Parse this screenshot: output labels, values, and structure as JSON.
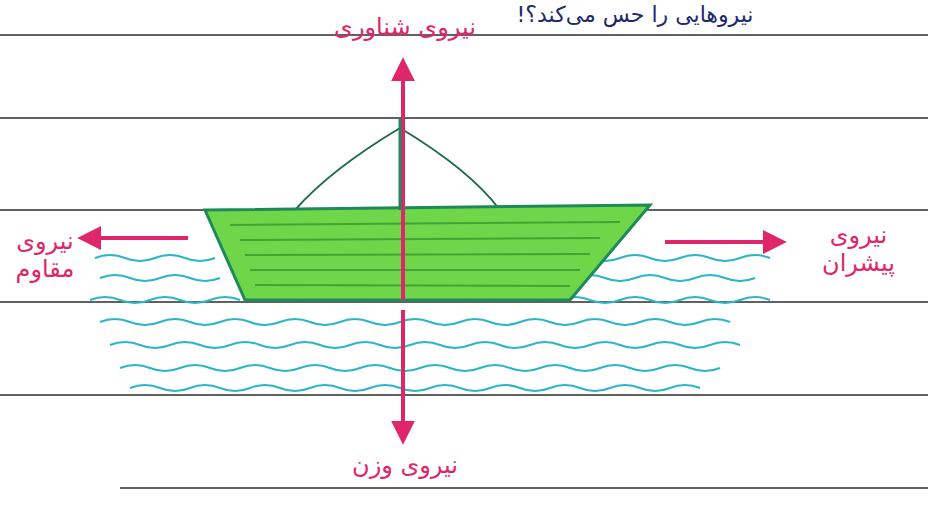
{
  "diagram": {
    "labels": [
      "نیروهایی را حس می‌کند؟!",
      "نیروی شناوری",
      "نیروی مقاوم",
      "نیروی پیشران",
      "نیروی وزن"
    ]
  }
}
